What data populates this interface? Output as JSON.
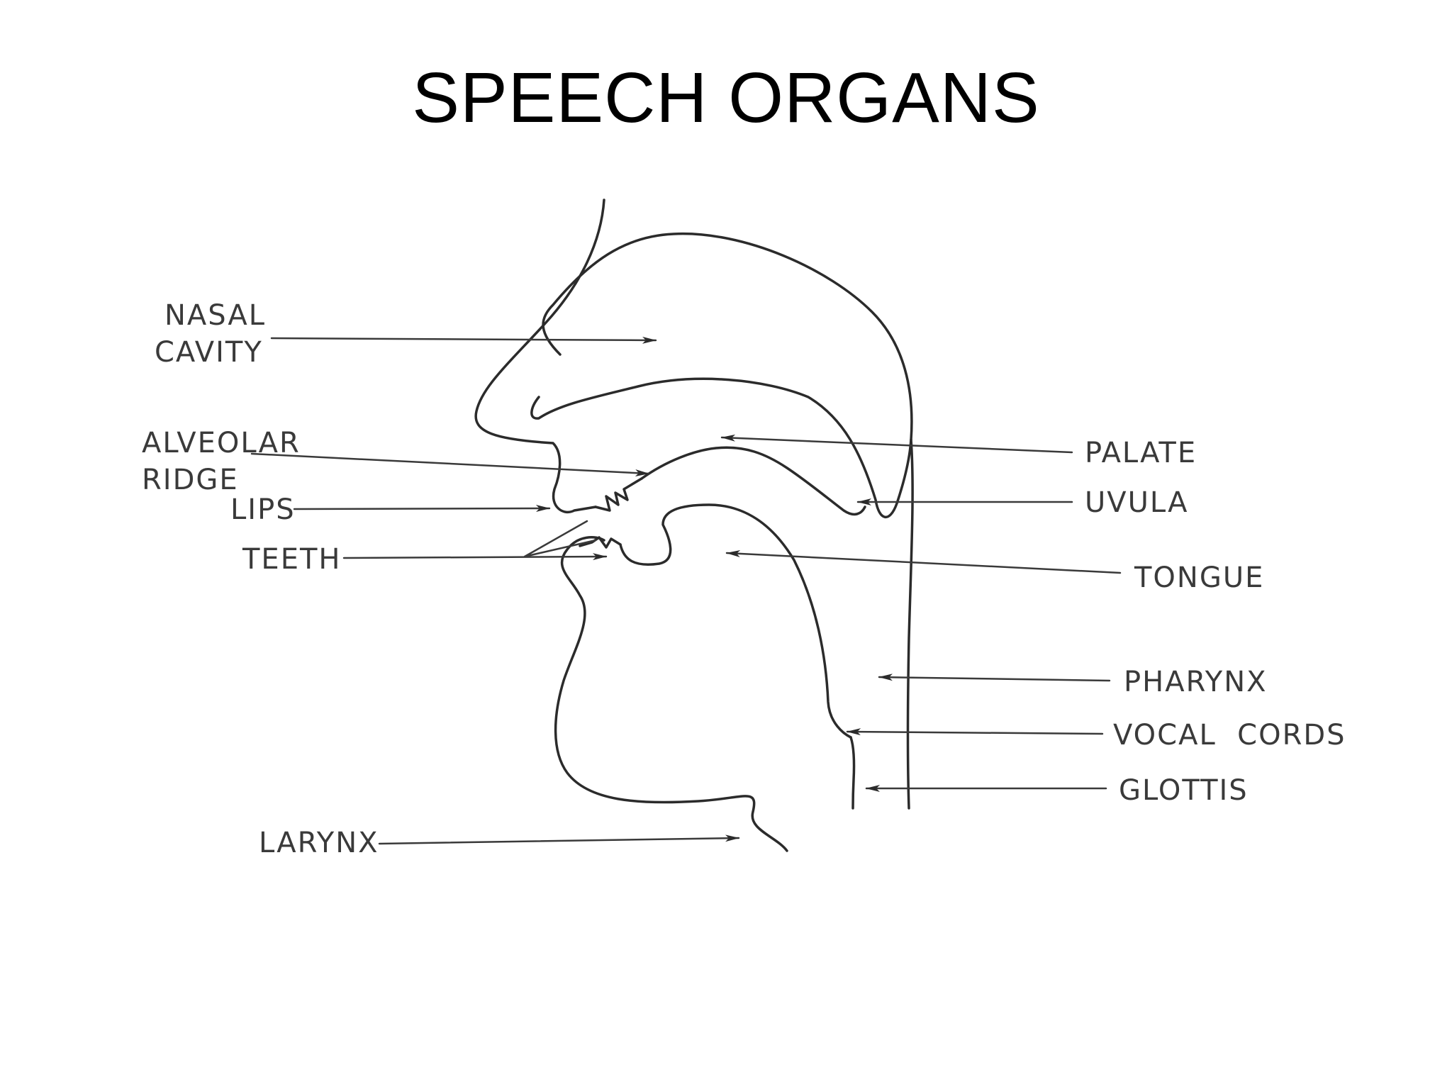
{
  "title": "SPEECH ORGANS",
  "labels": {
    "nasal_cavity": [
      "NASAL",
      "CAVITY"
    ],
    "alveolar_ridge": [
      "ALVEOLAR",
      "RIDGE"
    ],
    "lips": "LIPS",
    "teeth": "TEETH",
    "larynx": "LARYNX",
    "palate": "PALATE",
    "uvula": "UVULA",
    "tongue": "TONGUE",
    "pharynx": "PHARYNX",
    "vocal_cords": "VOCAL  CORDS",
    "glottis": "GLOTTIS"
  },
  "colors": {
    "background": "#ffffff",
    "ink": "#2b2b2b",
    "title": "#000000"
  }
}
